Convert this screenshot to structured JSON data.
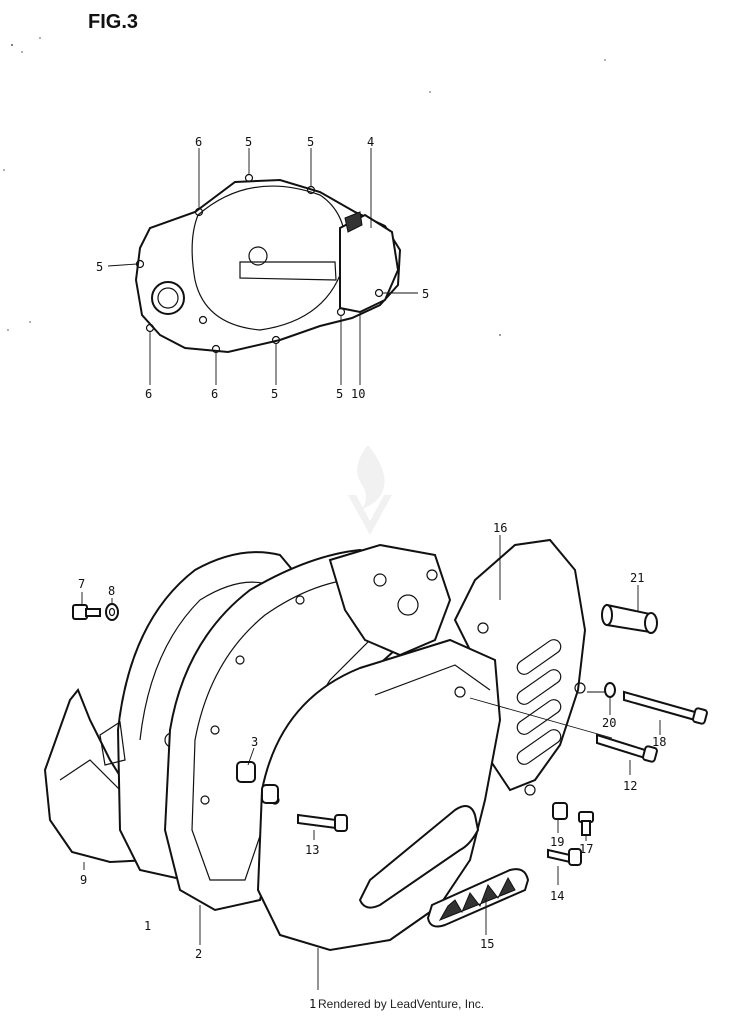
{
  "figure": {
    "title": "FIG.3",
    "credit": "Rendered by LeadVenture, Inc.",
    "colors": {
      "ink": "#111111",
      "paper": "#ffffff",
      "watermark": "#d8d8d8"
    }
  },
  "callouts": {
    "top": [
      "6",
      "5",
      "5",
      "4",
      "5",
      "5",
      "6",
      "6",
      "5",
      "5",
      "10"
    ],
    "bottom": [
      "7",
      "8",
      "16",
      "21",
      "3",
      "20",
      "18",
      "12",
      "13",
      "19",
      "17",
      "9",
      "14",
      "1",
      "2",
      "15",
      "1"
    ]
  }
}
